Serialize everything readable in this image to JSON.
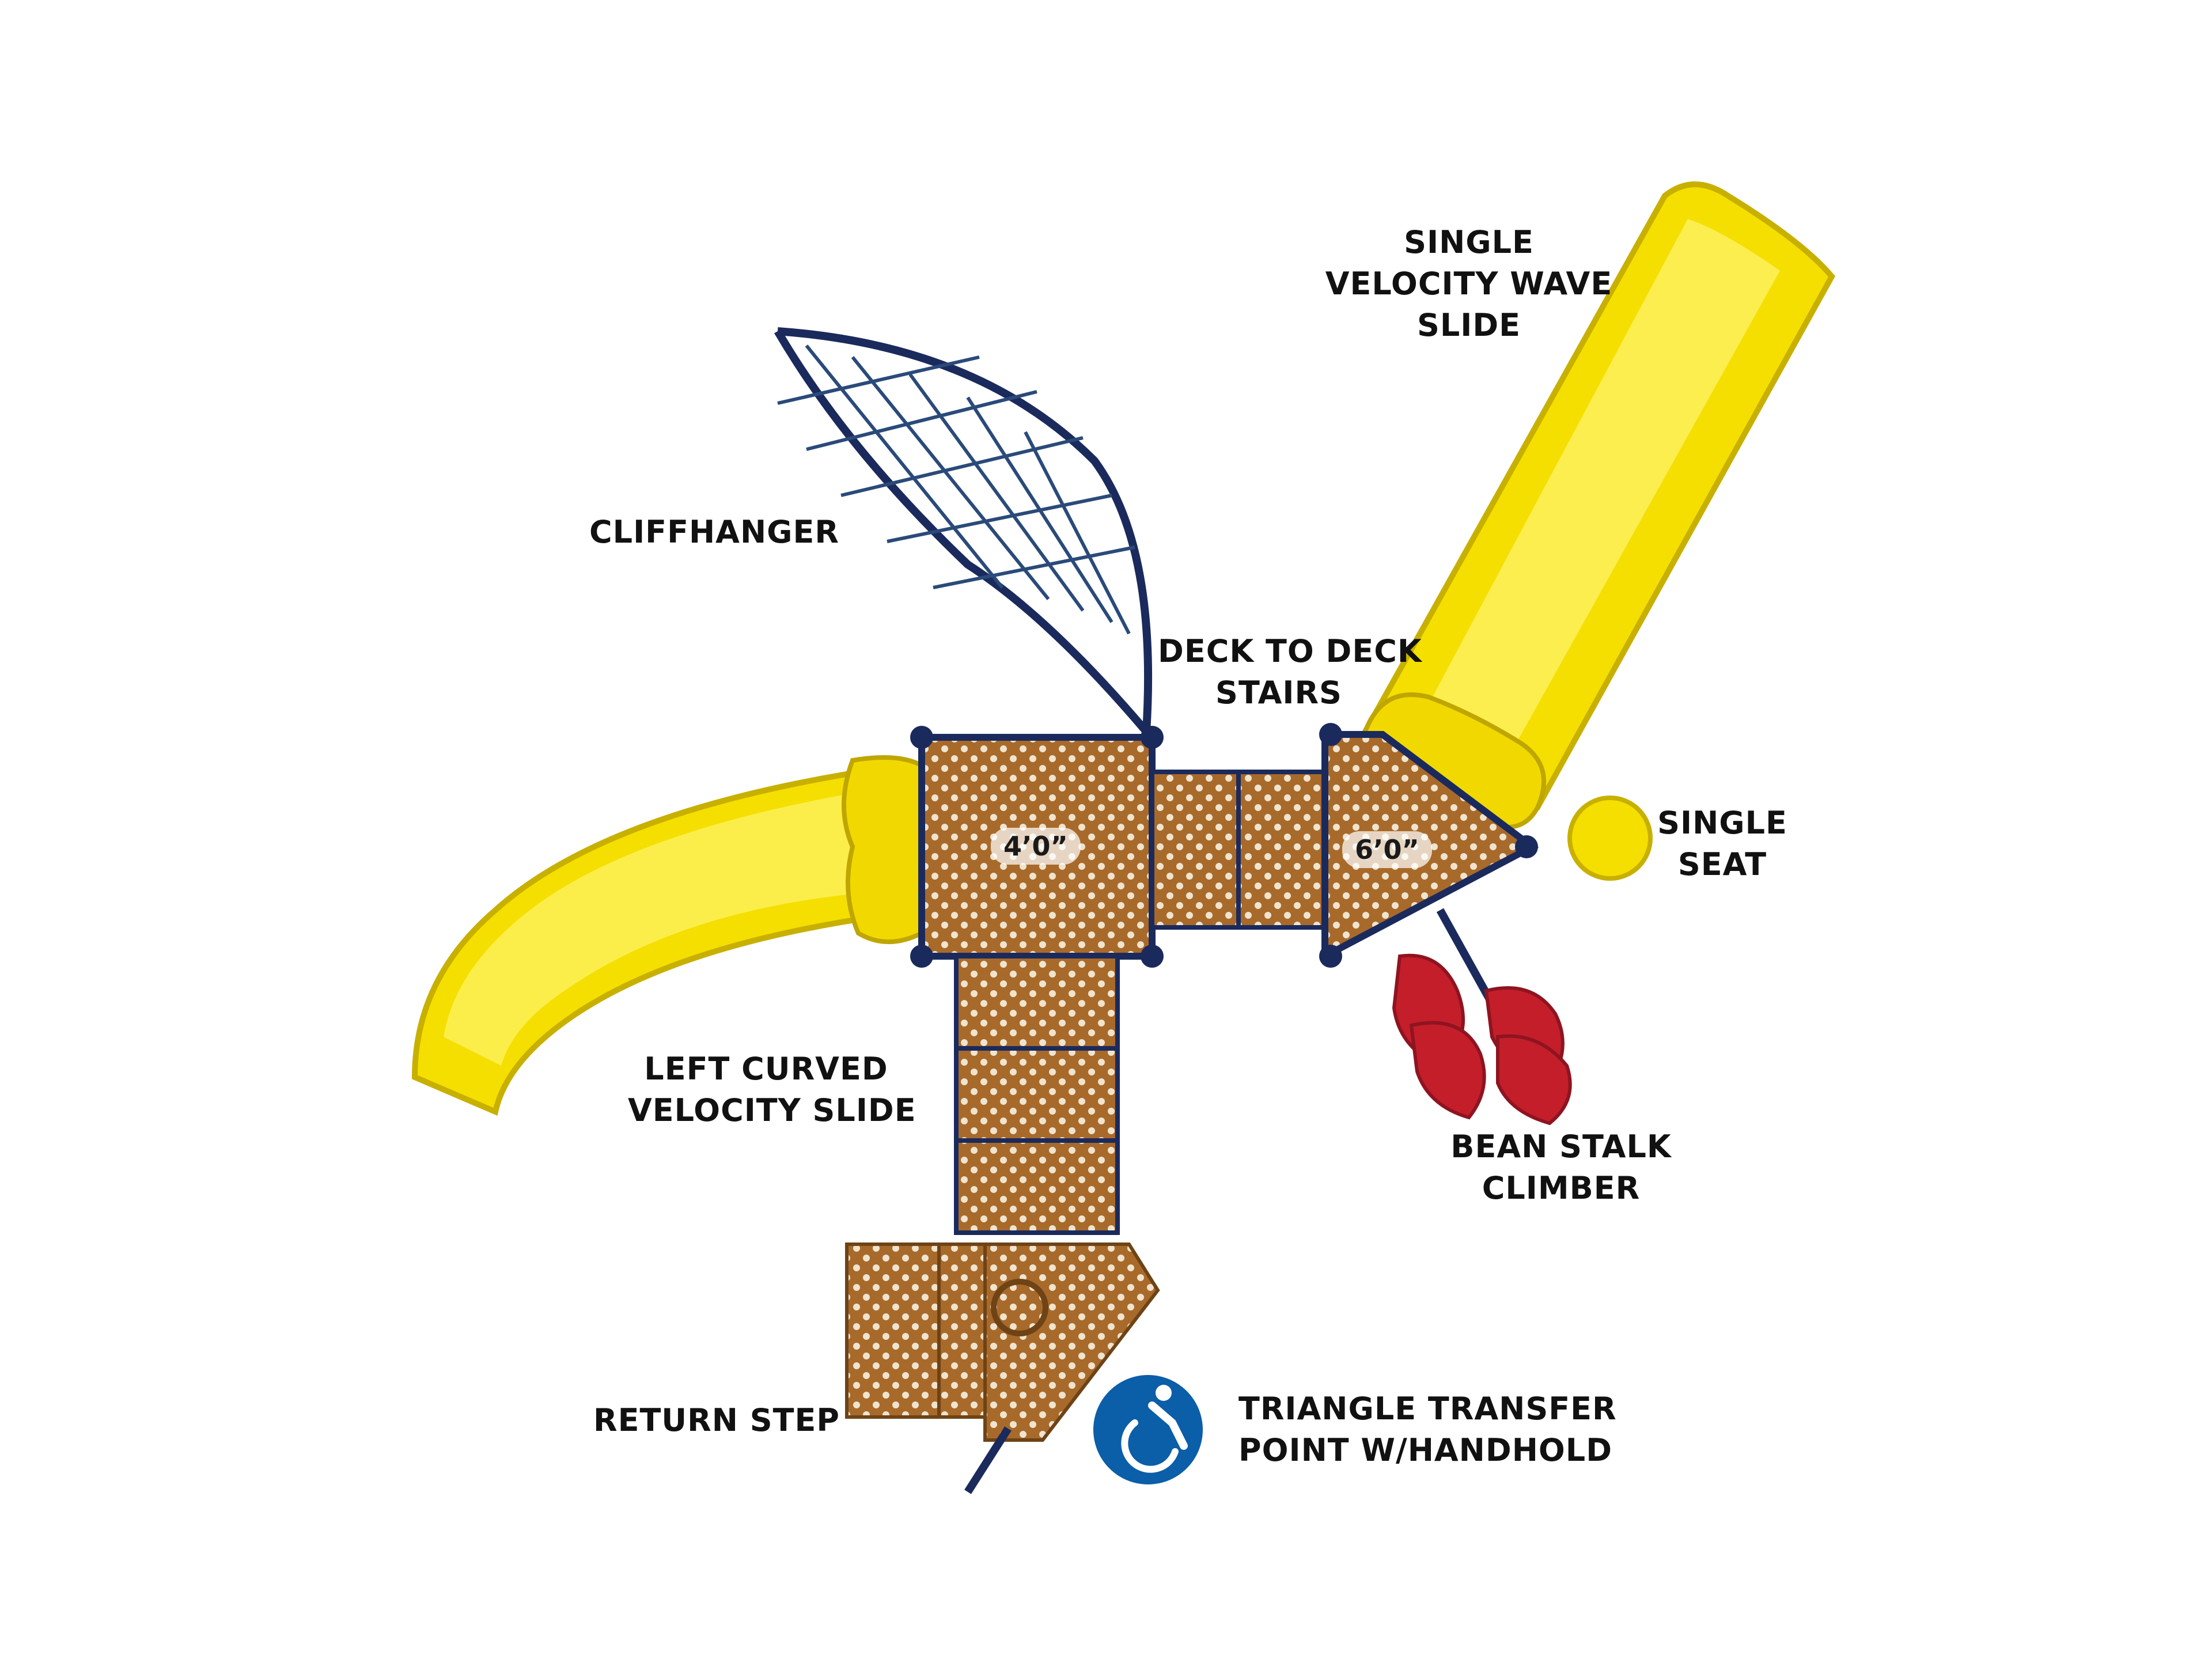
{
  "colors": {
    "slide_yellow": "#f5e000",
    "slide_yellow_dark": "#c9b300",
    "deck_brown": "#a86a2a",
    "frame_navy": "#1b2a5c",
    "climber_red": "#c41e2a",
    "accessibility_blue": "#0b5ea8"
  },
  "labels": {
    "single_velocity_wave_slide": [
      "SINGLE",
      "VELOCITY WAVE",
      "SLIDE"
    ],
    "cliffhanger": [
      "CLIFFHANGER"
    ],
    "deck_to_deck_stairs": [
      "DECK TO DECK",
      "STAIRS"
    ],
    "single_seat": [
      "SINGLE",
      "SEAT"
    ],
    "left_curved_velocity_slide": [
      "LEFT CURVED",
      "VELOCITY SLIDE"
    ],
    "bean_stalk_climber": [
      "BEAN STALK",
      "CLIMBER"
    ],
    "return_step": [
      "RETURN STEP"
    ],
    "triangle_transfer_point": [
      "TRIANGLE TRANSFER",
      "POINT W/HANDHOLD"
    ]
  },
  "deck_heights": {
    "left_deck": "4’0”",
    "right_deck": "6’0”"
  },
  "icons": {
    "accessibility": "wheelchair-accessibility-icon"
  }
}
